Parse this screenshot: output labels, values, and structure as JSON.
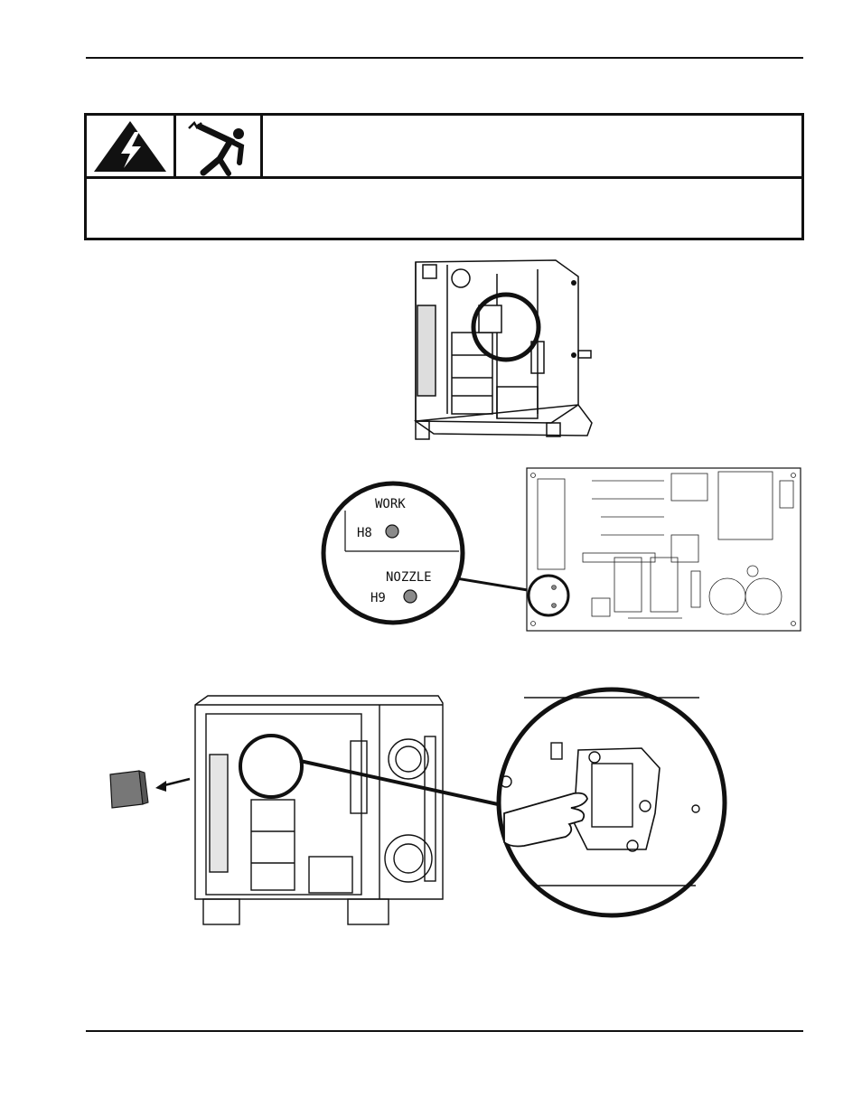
{
  "warning": {
    "title": "",
    "body": "",
    "icons": [
      "high-voltage-triangle-icon",
      "electric-shock-person-icon"
    ]
  },
  "pcb_callout": {
    "work_label": "WORK",
    "work_pin": "H8",
    "nozzle_label": "NOZZLE",
    "nozzle_pin": "H9"
  },
  "colors": {
    "ink": "#111111",
    "paper": "#ffffff",
    "pin_gray": "#8a8a8a"
  }
}
